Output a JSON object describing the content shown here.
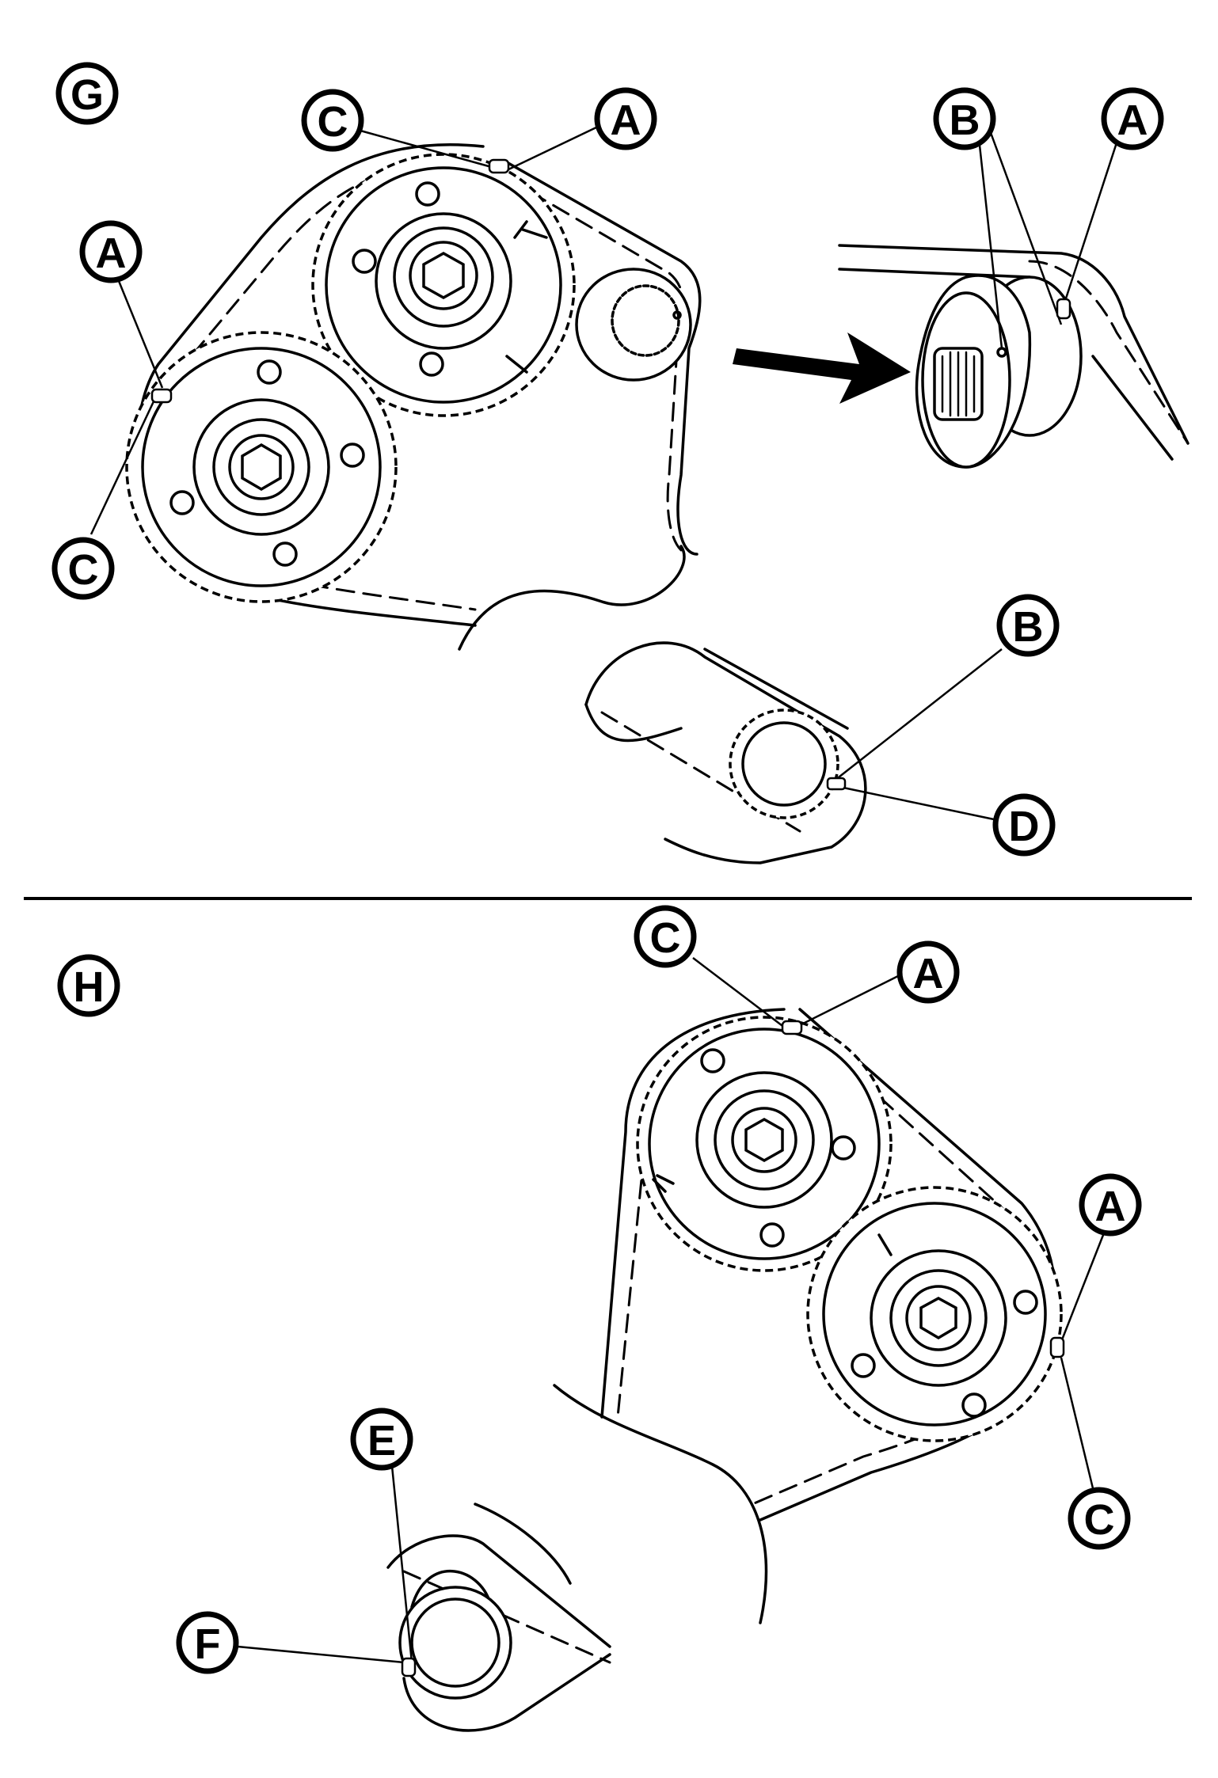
{
  "views": [
    {
      "id": "G",
      "label": "G"
    },
    {
      "id": "H",
      "label": "H"
    }
  ],
  "callouts": {
    "G": [
      {
        "key": "C",
        "label": "C"
      },
      {
        "key": "A",
        "label": "A"
      },
      {
        "key": "B",
        "label": "B"
      },
      {
        "key": "A",
        "label": "A"
      },
      {
        "key": "A",
        "label": "A"
      },
      {
        "key": "C",
        "label": "C"
      },
      {
        "key": "B",
        "label": "B"
      },
      {
        "key": "D",
        "label": "D"
      }
    ],
    "H": [
      {
        "key": "C",
        "label": "C"
      },
      {
        "key": "A",
        "label": "A"
      },
      {
        "key": "A",
        "label": "A"
      },
      {
        "key": "C",
        "label": "C"
      },
      {
        "key": "E",
        "label": "E"
      },
      {
        "key": "F",
        "label": "F"
      }
    ]
  }
}
